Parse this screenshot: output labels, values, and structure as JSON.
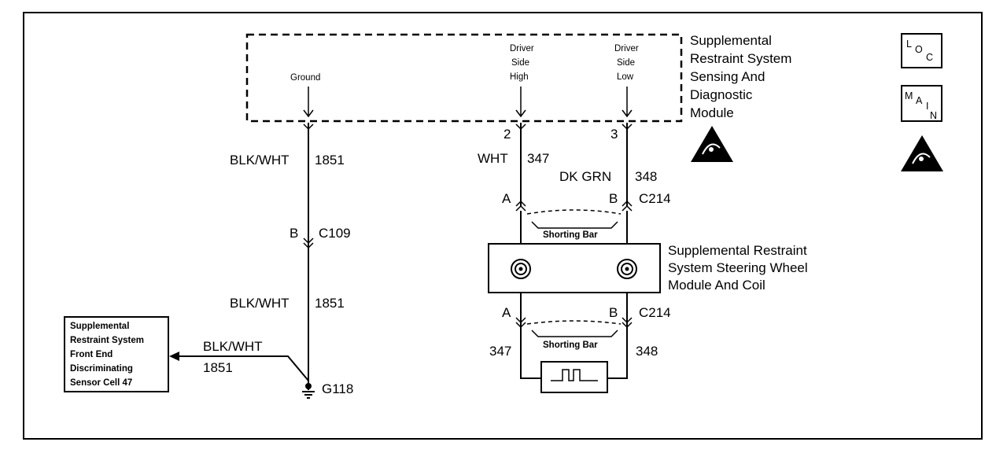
{
  "module": {
    "lines": [
      "Supplemental",
      "Restraint System",
      "Sensing And",
      "Diagnostic",
      "Module"
    ],
    "pins": {
      "ground": "Ground",
      "high": [
        "Driver",
        "Side",
        "High"
      ],
      "low": [
        "Driver",
        "Side",
        "Low"
      ],
      "high_num": "2",
      "low_num": "3"
    }
  },
  "wires": {
    "left_color": "BLK/WHT",
    "left_num": "1851",
    "high_color": "WHT",
    "high_num": "347",
    "low_color": "DK GRN",
    "low_num": "348"
  },
  "connectors": {
    "c109_pin": "B",
    "c109": "C109",
    "c214": "C214",
    "pin_a": "A",
    "pin_b": "B"
  },
  "shorting_bar": "Shorting Bar",
  "steering_module": {
    "lines": [
      "Supplemental Restraint",
      "System Steering Wheel",
      "Module And Coil"
    ]
  },
  "sensor": {
    "lines": [
      "Supplemental",
      "Restraint System",
      "Front End",
      "Discriminating",
      "Sensor Cell 47"
    ]
  },
  "ground": "G118",
  "icons": {
    "loc": {
      "l": "L",
      "o": "O",
      "c": "C"
    },
    "main": {
      "m": "M",
      "a": "A",
      "i": "I",
      "n": "N"
    }
  }
}
